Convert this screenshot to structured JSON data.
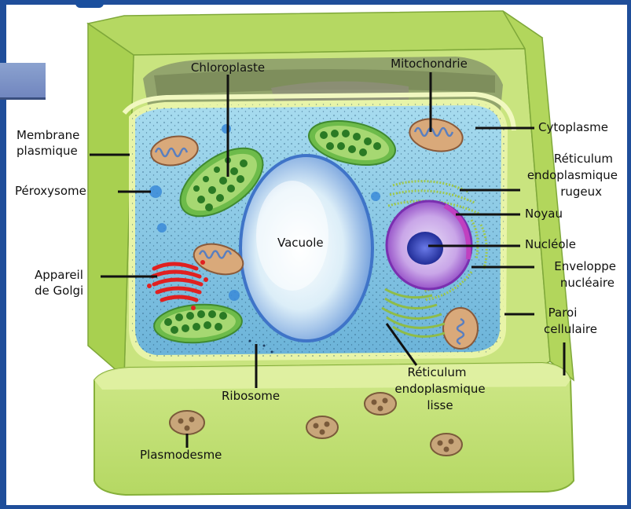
{
  "labels": {
    "chloroplaste": "Chloroplaste",
    "mitochondrie": "Mitochondrie",
    "membrane_1": "Membrane",
    "membrane_2": "plasmique",
    "cytoplasme": "Cytoplasme",
    "reticulum_rugueux_1": "Réticulum",
    "reticulum_rugueux_2": "endoplasmique",
    "reticulum_rugueux_3": "rugeux",
    "peroxysome": "Péroxysome",
    "noyau": "Noyau",
    "vacuole": "Vacuole",
    "nucleole": "Nucléole",
    "appareil_1": "Appareil",
    "appareil_2": "de Golgi",
    "enveloppe_1": "Enveloppe",
    "enveloppe_2": "nucléaire",
    "paroi_1": "Paroi",
    "paroi_2": "cellulaire",
    "reticulum_lisse_1": "Réticulum",
    "reticulum_lisse_2": "endoplasmique",
    "reticulum_lisse_3": "lisse",
    "ribosome": "Ribosome",
    "plasmodesme": "Plasmodesme"
  },
  "colors": {
    "wall_light": "#d6ee8a",
    "wall_mid": "#b8dc5a",
    "wall_dark": "#8cb83a",
    "cytoplasm": "#78bfe0",
    "vacuole": "#e6f3fb",
    "chloroplast": "#8cc858",
    "granum": "#2f8a2a",
    "golgi": "#e02020",
    "nucleus": "#b080d8",
    "nucleolus": "#2a3ab0",
    "mitochondria": "#d9a97a",
    "frame": "#1f4e9a"
  }
}
